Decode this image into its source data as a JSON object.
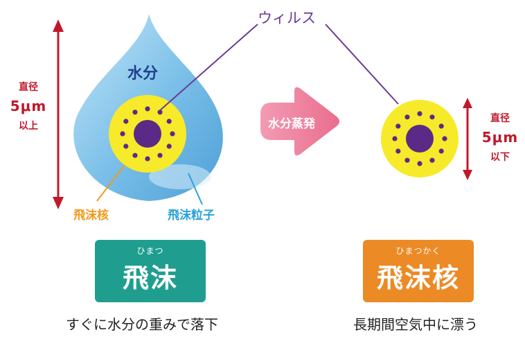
{
  "virus_label": "ウィルス",
  "left": {
    "water_label": "水分",
    "size_line1": "直径",
    "size_line2": "5μm",
    "size_line3": "以上",
    "nucleus_label": "飛沫核",
    "particle_label": "飛沫粒子",
    "box_ruby": "ひまつ",
    "box_title": "飛沫",
    "caption": "すぐに水分の重みで落下"
  },
  "arrow_label": "水分蒸発",
  "right": {
    "size_line1": "直径",
    "size_line2": "5μm",
    "size_line3": "以下",
    "box_ruby": "ひまつかく",
    "box_title": "飛沫核",
    "caption": "長期間空気中に漂う"
  },
  "colors": {
    "water": "#5aaee0",
    "nucleus_yellow": "#f7ea2a",
    "virus_purple": "#5b2a86",
    "size_red": "#c0182b",
    "arrow_pink": "#ee7c99",
    "left_box": "#1f9e8f",
    "right_box": "#ec8a25",
    "nucleus_label": "#f29a1d",
    "particle_label": "#2aa2d8"
  }
}
